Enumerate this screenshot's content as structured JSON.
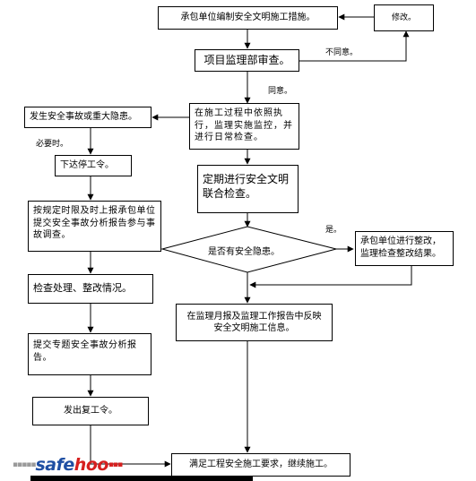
{
  "nodes": {
    "prepare_measures": "承包单位编制安全文明施工措施。",
    "revise": "修改。",
    "supervision_review": "项目监理部审查。",
    "inspect_during_construction": "在施工过程中依照执行，监理实施监控，并进行日常检查。",
    "accident_or_hazard": "发生安全事故或重大隐患。",
    "stop_work_order": "下达停工令。",
    "report_accident": "按规定时限及时上报承包单位提交安全事故分析报告参与事故调查。",
    "inspect_rectification": "检查处理、整改情况。",
    "submit_special_report": "提交专题安全事故分析报告。",
    "resume_work_order": "发出复工令。",
    "periodic_joint_inspection": "定期进行安全文明联合检查。",
    "hazard_decision": "是否有安全隐患。",
    "contractor_rectify": "承包单位进行整改，监理检查整改结果。",
    "monthly_report": "在监理月报及监理工作报告中反映安全文明施工信息。",
    "meet_requirements": "满足工程安全施工要求，继续施工。"
  },
  "edge_labels": {
    "disagree": "不同意。",
    "agree": "同意。",
    "when_needed": "必要时。",
    "yes": "是。"
  },
  "watermark": {
    "text_main": "safe",
    "text_accent": "hoo",
    "prefix_dots": "▪▪▪▪▪",
    "suffix_dots": "▪▪▪"
  },
  "colors": {
    "logo_blue": "#1f4fa3",
    "logo_red": "#d6201f"
  }
}
